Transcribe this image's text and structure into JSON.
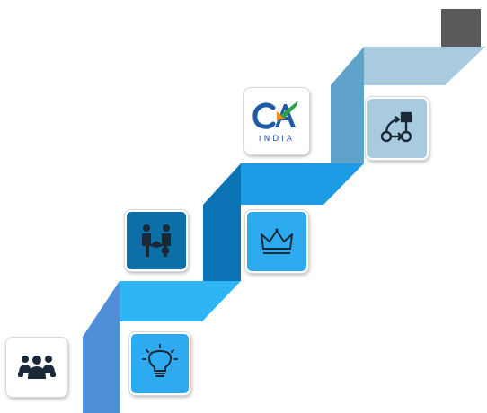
{
  "colors": {
    "background": "#ffffff",
    "step_top_light": "#a9cbe0",
    "step_top_mid": "#5fa3cb",
    "step_band_blue": "#1c9be4",
    "step_riser_dark": "#0a72b5",
    "step_band_sky": "#2fb4f5",
    "step_riser_low": "#4f8fd9",
    "corner_square": "#5a5a5a",
    "tile_deep": "#0d6fa8",
    "tile_sky": "#2eaaf0",
    "tile_pale": "#a9cbe0",
    "tile_white": "#ffffff",
    "icon_dark": "#1b2838",
    "ca_logo_blue": "#1f5aa6",
    "ca_logo_green": "#2ea04a",
    "ca_logo_orange": "#f08a1c"
  },
  "icons": [
    "team-group-icon",
    "lightbulb-idea-icon",
    "handshake-icon",
    "crown-icon",
    "ca-india-logo",
    "process-flow-icon"
  ],
  "logo": {
    "ca_mark": "CA",
    "country": "INDIA"
  }
}
